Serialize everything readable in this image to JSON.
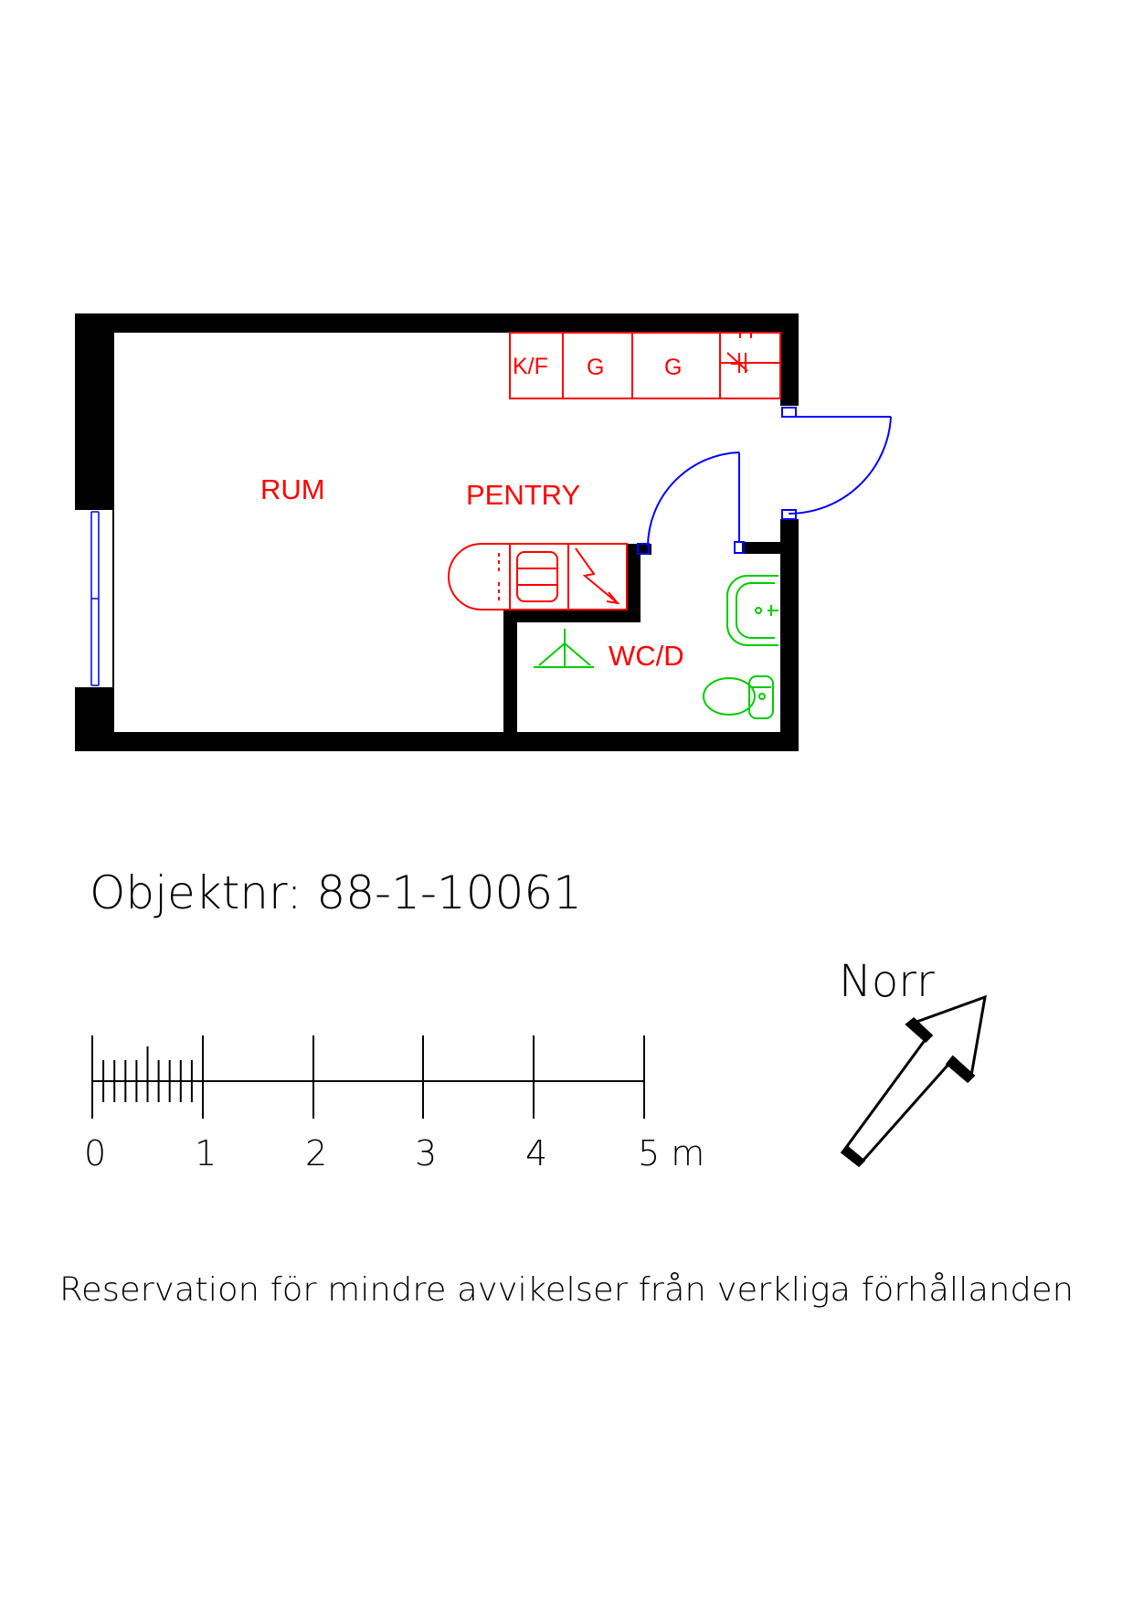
{
  "colors": {
    "wall": "#000000",
    "kitchen": "#ff0000",
    "door": "#0000ff",
    "bathroom": "#00cc00",
    "text": "#000000"
  },
  "rooms": {
    "rum": "RUM",
    "pentry": "PENTRY",
    "wc": "WC/D"
  },
  "fixtures": {
    "fridge": "K/F",
    "cabinet_1": "G",
    "cabinet_2": "G"
  },
  "object_number": "Objektnr: 88-1-10061",
  "north_label": "Norr",
  "scale_bar": {
    "ticks": [
      "0",
      "1",
      "2",
      "3",
      "4",
      "5 m"
    ]
  },
  "disclaimer": "Reservation för mindre avvikelser från verkliga förhållanden"
}
